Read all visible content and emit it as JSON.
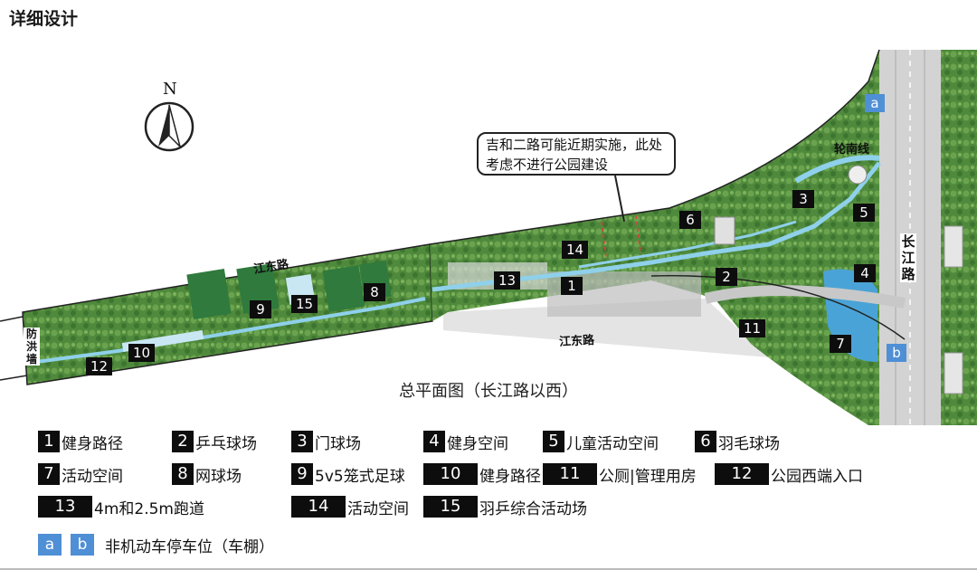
{
  "page_title": "详细设计",
  "north_label": "N",
  "callout_text": "吉和二路可能近期实施，此处考虑不进行公园建设",
  "plan_caption": "总平面图（长江路以西）",
  "roads": {
    "jiangdong_north": "江东路",
    "jiangdong_south": "江东路",
    "changjiang": "长江路",
    "lunnan": "轮南线",
    "fanghong": "防洪墙"
  },
  "map_tags": {
    "t1": "1",
    "t2": "2",
    "t3": "3",
    "t4": "4",
    "t5": "5",
    "t6": "6",
    "t7": "7",
    "t8": "8",
    "t9": "9",
    "t10": "10",
    "t11": "11",
    "t12": "12",
    "t13": "13",
    "t14": "14",
    "t15": "15",
    "ta": "a",
    "tb": "b"
  },
  "legend": [
    {
      "num": "1",
      "text": "健身路径"
    },
    {
      "num": "2",
      "text": "乒乓球场"
    },
    {
      "num": "3",
      "text": "门球场"
    },
    {
      "num": "4",
      "text": "健身空间"
    },
    {
      "num": "5",
      "text": "儿童活动空间"
    },
    {
      "num": "6",
      "text": "羽毛球场"
    },
    {
      "num": "7",
      "text": "活动空间"
    },
    {
      "num": "8",
      "text": "网球场"
    },
    {
      "num": "9",
      "text": "5v5笼式足球"
    },
    {
      "num": "10",
      "text": "健身路径"
    },
    {
      "num": "11",
      "text": "公厕|管理用房"
    },
    {
      "num": "12",
      "text": "公园西端入口"
    },
    {
      "num": "13",
      "text": "4m和2.5m跑道"
    },
    {
      "num": "14",
      "text": "活动空间"
    },
    {
      "num": "15",
      "text": "羽乒综合活动场"
    }
  ],
  "legend_bike": {
    "a": "a",
    "b": "b",
    "text": "非机动车停车位（车棚）"
  },
  "colors": {
    "park_green": "#4f8a3c",
    "path_blue": "#8fd0ea",
    "road_gray": "#d5d5d5",
    "tag_black": "#0d0d0d",
    "tag_blue": "#4f8fd6"
  }
}
